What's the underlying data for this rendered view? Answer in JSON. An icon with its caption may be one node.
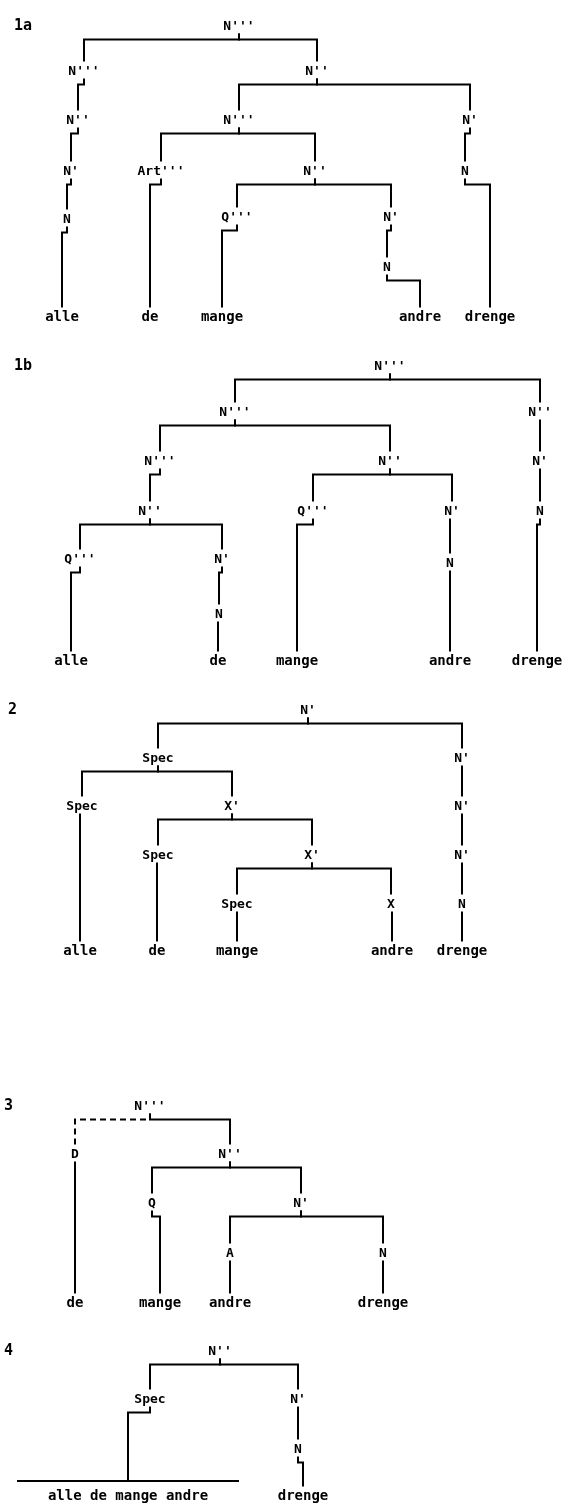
{
  "diagram": {
    "nodes": [
      {
        "text": [
          "N'''"
        ]
      },
      {
        "text": [
          "N'''"
        ]
      },
      {
        "text": [
          "N''"
        ]
      },
      {
        "text": [
          "N''"
        ]
      },
      {
        "text": [
          "N'''"
        ]
      },
      {
        "text": [
          "N'"
        ]
      },
      {
        "text": [
          "N'"
        ]
      },
      {
        "text": [
          "Art'''"
        ]
      },
      {
        "text": [
          "N''"
        ]
      },
      {
        "text": [
          "N"
        ]
      },
      {
        "text": [
          "N"
        ]
      },
      {
        "text": [
          "Q'''"
        ]
      },
      {
        "text": [
          "N'"
        ]
      },
      {
        "text": [
          "N"
        ]
      },
      {
        "text": [
          "alle"
        ]
      },
      {
        "text": [
          "de"
        ]
      },
      {
        "text": [
          "mange"
        ]
      },
      {
        "text": [
          "andre"
        ]
      },
      {
        "text": [
          "drenge"
        ]
      },
      {
        "text": [
          "N'''"
        ]
      },
      {
        "text": [
          "N'''"
        ]
      },
      {
        "text": [
          "N''"
        ]
      },
      {
        "text": [
          "N'''"
        ]
      },
      {
        "text": [
          "N''"
        ]
      },
      {
        "text": [
          "N'"
        ]
      },
      {
        "text": [
          "N''"
        ]
      },
      {
        "text": [
          "Q'''"
        ]
      },
      {
        "text": [
          "N'"
        ]
      },
      {
        "text": [
          "N"
        ]
      },
      {
        "text": [
          "Q'''"
        ]
      },
      {
        "text": [
          "N'"
        ]
      },
      {
        "text": [
          "N"
        ]
      },
      {
        "text": [
          "N"
        ]
      },
      {
        "text": [
          "alle"
        ]
      },
      {
        "text": [
          "de"
        ]
      },
      {
        "text": [
          "mange"
        ]
      },
      {
        "text": [
          "andre"
        ]
      },
      {
        "text": [
          "drenge"
        ]
      },
      {
        "text": [
          "N'"
        ]
      },
      {
        "text": [
          "Spec"
        ]
      },
      {
        "text": [
          "N'"
        ]
      },
      {
        "text": [
          "Spec"
        ]
      },
      {
        "text": [
          "X'"
        ]
      },
      {
        "text": [
          "N'"
        ]
      },
      {
        "text": [
          "Spec"
        ]
      },
      {
        "text": [
          "X'"
        ]
      },
      {
        "text": [
          "N'"
        ]
      },
      {
        "text": [
          "Spec"
        ]
      },
      {
        "text": [
          "X"
        ]
      },
      {
        "text": [
          "N"
        ]
      },
      {
        "text": [
          "alle"
        ]
      },
      {
        "text": [
          "de"
        ]
      },
      {
        "text": [
          "mange"
        ]
      },
      {
        "text": [
          "andre"
        ]
      },
      {
        "text": [
          "drenge"
        ]
      },
      {
        "text": [
          "N'''"
        ]
      },
      {
        "text": [
          "D"
        ]
      },
      {
        "text": [
          "N''"
        ]
      },
      {
        "text": [
          "Q"
        ]
      },
      {
        "text": [
          "N'"
        ]
      },
      {
        "text": [
          "A"
        ]
      },
      {
        "text": [
          "N"
        ]
      },
      {
        "text": [
          "de"
        ]
      },
      {
        "text": [
          "mange"
        ]
      },
      {
        "text": [
          "andre"
        ]
      },
      {
        "text": [
          "drenge"
        ]
      },
      {
        "text": [
          "N''"
        ]
      },
      {
        "text": [
          "Spec"
        ]
      },
      {
        "text": [
          "N'"
        ]
      },
      {
        "text": [
          "N"
        ]
      },
      {
        "text": [
          "alle de mange andre"
        ]
      },
      {
        "text": [
          "drenge"
        ]
      }
    ],
    "edges": [
      {
        "from": 0,
        "to": 1,
        "arrow": "none"
      },
      {
        "from": 0,
        "to": 2,
        "arrow": "none"
      },
      {
        "from": 1,
        "to": 3,
        "arrow": "none"
      },
      {
        "from": 3,
        "to": 6,
        "arrow": "none"
      },
      {
        "from": 6,
        "to": 10,
        "arrow": "none"
      },
      {
        "from": 10,
        "to": 14,
        "arrow": "none"
      },
      {
        "from": 2,
        "to": 4,
        "arrow": "none"
      },
      {
        "from": 2,
        "to": 5,
        "arrow": "none"
      },
      {
        "from": 4,
        "to": 7,
        "arrow": "none"
      },
      {
        "from": 4,
        "to": 8,
        "arrow": "none"
      },
      {
        "from": 5,
        "to": 9,
        "arrow": "none"
      },
      {
        "from": 9,
        "to": 18,
        "arrow": "none"
      },
      {
        "from": 7,
        "to": 15,
        "arrow": "none"
      },
      {
        "from": 8,
        "to": 11,
        "arrow": "none"
      },
      {
        "from": 8,
        "to": 12,
        "arrow": "none"
      },
      {
        "from": 11,
        "to": 16,
        "arrow": "none"
      },
      {
        "from": 12,
        "to": 13,
        "arrow": "none"
      },
      {
        "from": 13,
        "to": 17,
        "arrow": "none"
      },
      {
        "from": 19,
        "to": 20,
        "arrow": "none"
      },
      {
        "from": 19,
        "to": 21,
        "arrow": "none"
      },
      {
        "from": 20,
        "to": 22,
        "arrow": "none"
      },
      {
        "from": 20,
        "to": 23,
        "arrow": "none"
      },
      {
        "from": 21,
        "to": 24,
        "arrow": "none"
      },
      {
        "from": 24,
        "to": 28,
        "arrow": "none"
      },
      {
        "from": 28,
        "to": 37,
        "arrow": "none"
      },
      {
        "from": 22,
        "to": 25,
        "arrow": "none"
      },
      {
        "from": 25,
        "to": 29,
        "arrow": "none"
      },
      {
        "from": 25,
        "to": 30,
        "arrow": "none"
      },
      {
        "from": 29,
        "to": 33,
        "arrow": "none"
      },
      {
        "from": 30,
        "to": 32,
        "arrow": "none"
      },
      {
        "from": 32,
        "to": 34,
        "arrow": "none"
      },
      {
        "from": 23,
        "to": 26,
        "arrow": "none"
      },
      {
        "from": 23,
        "to": 27,
        "arrow": "none"
      },
      {
        "from": 26,
        "to": 35,
        "arrow": "none"
      },
      {
        "from": 27,
        "to": 31,
        "arrow": "none"
      },
      {
        "from": 31,
        "to": 36,
        "arrow": "none"
      },
      {
        "from": 38,
        "to": 39,
        "arrow": "none"
      },
      {
        "from": 38,
        "to": 40,
        "arrow": "none"
      },
      {
        "from": 39,
        "to": 41,
        "arrow": "none"
      },
      {
        "from": 39,
        "to": 42,
        "arrow": "none"
      },
      {
        "from": 41,
        "to": 50,
        "arrow": "none"
      },
      {
        "from": 42,
        "to": 44,
        "arrow": "none"
      },
      {
        "from": 42,
        "to": 45,
        "arrow": "none"
      },
      {
        "from": 44,
        "to": 51,
        "arrow": "none"
      },
      {
        "from": 45,
        "to": 47,
        "arrow": "none"
      },
      {
        "from": 45,
        "to": 48,
        "arrow": "none"
      },
      {
        "from": 47,
        "to": 52,
        "arrow": "none"
      },
      {
        "from": 48,
        "to": 53,
        "arrow": "none"
      },
      {
        "from": 40,
        "to": 43,
        "arrow": "none"
      },
      {
        "from": 43,
        "to": 46,
        "arrow": "none"
      },
      {
        "from": 46,
        "to": 49,
        "arrow": "none"
      },
      {
        "from": 49,
        "to": 54,
        "arrow": "none"
      },
      {
        "from": 55,
        "to": 56,
        "arrow": "none",
        "style": "dashed"
      },
      {
        "from": 55,
        "to": 57,
        "arrow": "none"
      },
      {
        "from": 56,
        "to": 62,
        "arrow": "none"
      },
      {
        "from": 57,
        "to": 58,
        "arrow": "none"
      },
      {
        "from": 57,
        "to": 59,
        "arrow": "none"
      },
      {
        "from": 58,
        "to": 63,
        "arrow": "none"
      },
      {
        "from": 59,
        "to": 60,
        "arrow": "none"
      },
      {
        "from": 59,
        "to": 61,
        "arrow": "none"
      },
      {
        "from": 60,
        "to": 64,
        "arrow": "none"
      },
      {
        "from": 61,
        "to": 65,
        "arrow": "none"
      },
      {
        "from": 66,
        "to": 67,
        "arrow": "none"
      },
      {
        "from": 66,
        "to": 68,
        "arrow": "none"
      },
      {
        "from": 67,
        "to": 70,
        "arrow": "none"
      },
      {
        "from": 68,
        "to": 69,
        "arrow": "none"
      },
      {
        "from": 69,
        "to": 71,
        "arrow": "none"
      }
    ],
    "labels": [
      "1a",
      "1b",
      "2",
      "3",
      "4"
    ]
  }
}
